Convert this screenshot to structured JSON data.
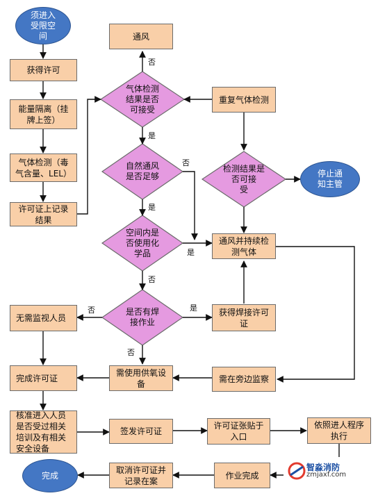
{
  "flowchart": {
    "start": "须进入\n受限空\n间",
    "obtain_permit": "获得许可",
    "energy_isolation": "能量隔离（挂\n牌上签）",
    "gas_detection": "气体检测（毒\n气含量、LEL）",
    "record_on_permit": "许可证上记录\n结果",
    "ventilate": "通风",
    "gas_acceptable": "气体检测\n结果是否\n可接受",
    "repeat_gas_test": "重复气体检测",
    "natural_vent_enough": "自然通风\n是否足够",
    "test_result_acceptable": "检测结果是\n否可接\n受",
    "stop_notify": "停止通\n知主管",
    "chemicals_used": "空间内是\n否使用化\n学品",
    "continuous_vent": "通风并持续检\n测气体",
    "welding_work": "是否有焊\n接作业",
    "no_monitor": "无需监视人员",
    "welding_permit": "获得焊接许可\n证",
    "complete_permit": "完成许可证",
    "oxygen_equipment": "需使用供氧设\n备",
    "standby_monitor": "需在旁边监察",
    "verify_entrants": "核准进入人员\n是否受过相关\n培训及有相关\n安全设备",
    "issue_permit": "签发许可证",
    "post_permit": "许可证张贴于\n入口",
    "follow_procedure": "依照进人程序\n执行",
    "cancel_permit": "取消许可证并\n记录在案",
    "work_complete": "作业完成",
    "finish": "完成"
  },
  "labels": {
    "yes": "是",
    "no": "否"
  },
  "watermark": {
    "name": "智淼消防",
    "url": "zmjaxf.com"
  },
  "colors": {
    "process_fill": "#f9cfa8",
    "decision_fill": "#e59ae0",
    "terminal_fill": "#4477c4"
  }
}
